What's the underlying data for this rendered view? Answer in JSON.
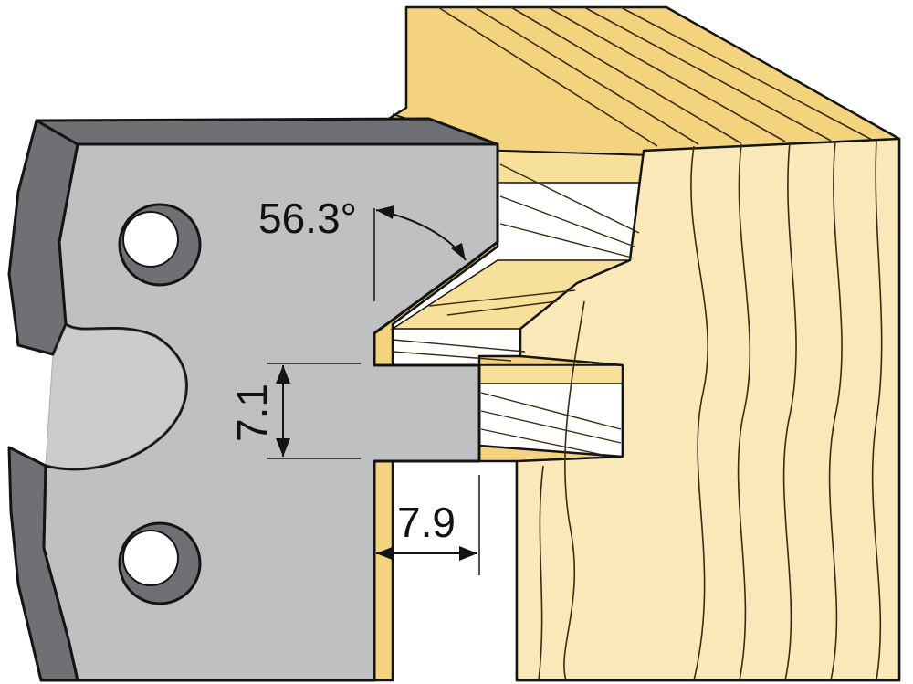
{
  "dimensions": {
    "angle": "56.3°",
    "slot_height": "7.1",
    "slot_depth": "7.9"
  },
  "colors": {
    "steel_face": "#bfc0c2",
    "steel_edge": "#6f7073",
    "wood_side": "#f3d37e",
    "wood_side_light": "#f7e09a",
    "wood_front": "#fbe8b8",
    "grain": "#3a2a10",
    "outline": "#141414"
  }
}
